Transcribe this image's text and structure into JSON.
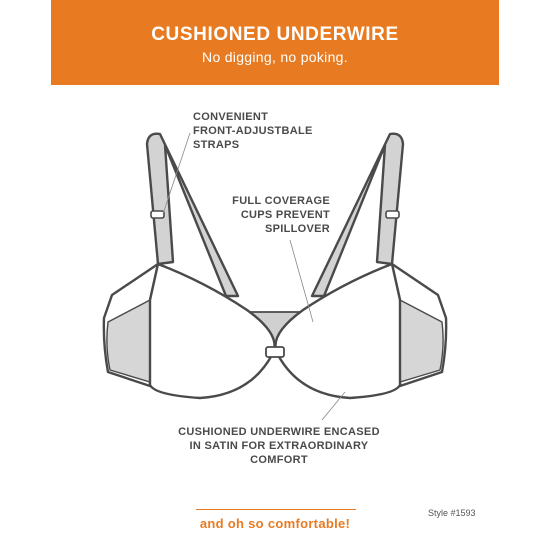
{
  "banner": {
    "title": "CUSHIONED UNDERWIRE",
    "subtitle": "No digging, no poking.",
    "color": "#e87b22"
  },
  "callouts": [
    {
      "lines": [
        "CONVENIENT",
        "FRONT-ADJUSTBALE",
        "STRAPS"
      ]
    },
    {
      "lines": [
        "FULL COVERAGE",
        "CUPS PREVENT",
        "SPILLOVER"
      ]
    },
    {
      "lines": [
        "CUSHIONED UNDERWIRE ENCASED",
        "IN SATIN FOR EXTRAORDINARY",
        "COMFORT"
      ]
    }
  ],
  "footer": {
    "tagline": "and oh so comfortable!",
    "style_number": "Style #1593"
  }
}
